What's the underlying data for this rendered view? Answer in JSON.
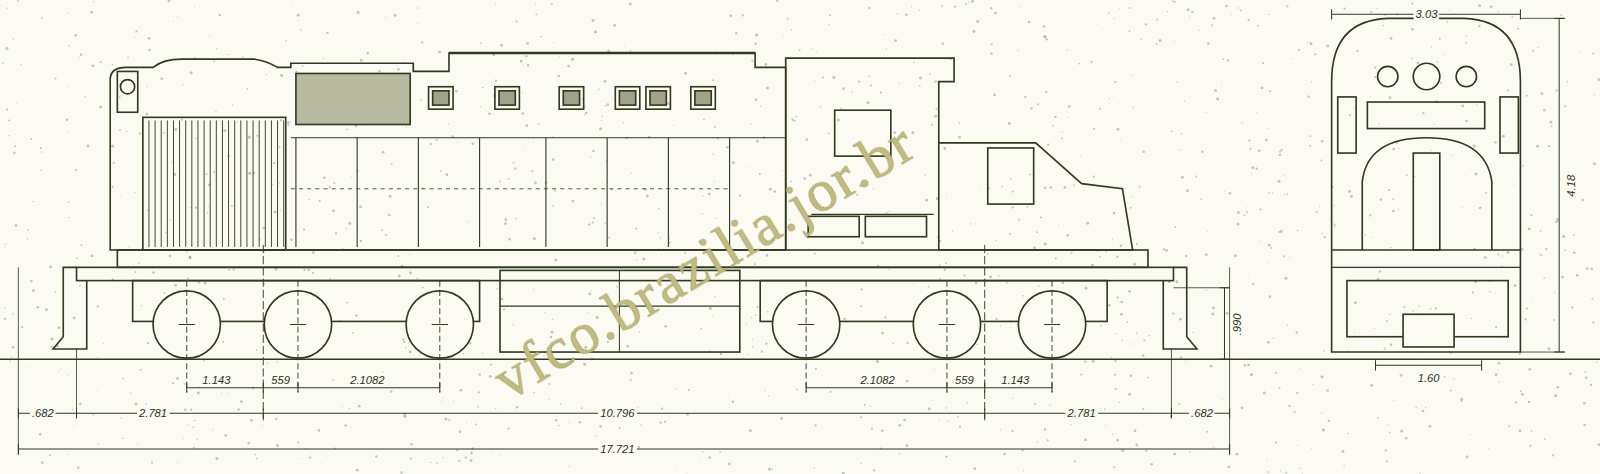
{
  "diagram": {
    "labels": [
      "3.03",
      "4.18",
      ".990",
      "1.143",
      "559",
      "2.1082",
      "2.1082",
      "559",
      "1.143",
      ".682",
      "2.781",
      "10.796",
      "2.781",
      ".682",
      "17.721",
      "1.60",
      "vfco.brazilia.jor.br"
    ]
  }
}
